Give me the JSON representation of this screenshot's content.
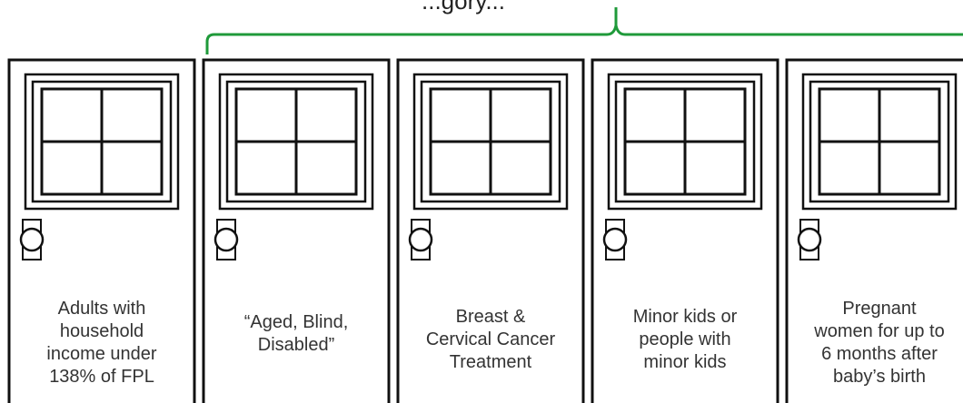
{
  "header": {
    "partial_title": "...gory..."
  },
  "doors": [
    {
      "label_lines": [
        "Adults with",
        "household",
        "income under",
        "138% of FPL"
      ]
    },
    {
      "label_lines": [
        "“Aged, Blind,",
        "Disabled”"
      ]
    },
    {
      "label_lines": [
        "Breast &",
        "Cervical Cancer",
        "Treatment"
      ]
    },
    {
      "label_lines": [
        "Minor kids or",
        "people with",
        "minor kids"
      ]
    },
    {
      "label_lines": [
        "Pregnant",
        "women for up to",
        "6 months after",
        "baby’s birth"
      ]
    }
  ],
  "colors": {
    "bracket": "#1f9a3a",
    "door_stroke": "#111111"
  }
}
